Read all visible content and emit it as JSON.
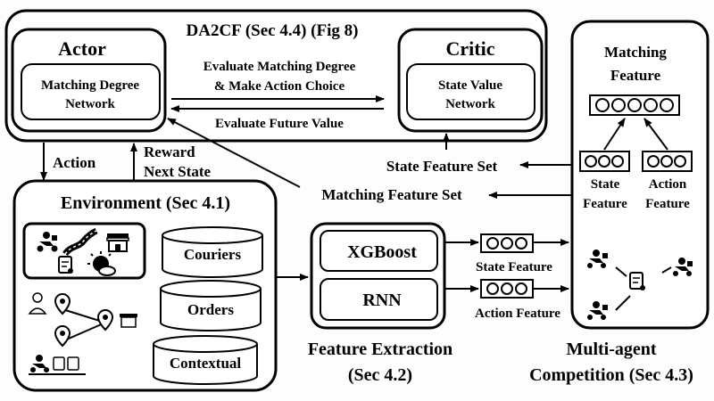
{
  "da2cf": {
    "title": "DA2CF (Sec 4.4) (Fig 8)",
    "actor": {
      "title": "Actor",
      "inner_line1": "Matching Degree",
      "inner_line2": "Network"
    },
    "critic": {
      "title": "Critic",
      "inner_line1": "State Value",
      "inner_line2": "Network"
    },
    "eval_matching_line1": "Evaluate Matching Degree",
    "eval_matching_line2": "& Make Action Choice",
    "eval_future": "Evaluate Future Value"
  },
  "arrows": {
    "action": "Action",
    "reward_line1": "Reward",
    "reward_line2": "Next State",
    "state_feature_set": "State Feature Set",
    "matching_feature_set": "Matching Feature Set"
  },
  "environment": {
    "title": "Environment (Sec 4.1)",
    "databases": [
      "Couriers",
      "Orders",
      "Contextual"
    ]
  },
  "feature_extraction": {
    "models": [
      "XGBoost",
      "RNN"
    ],
    "state_feature": "State Feature",
    "action_feature": "Action Feature",
    "caption_line1": "Feature Extraction",
    "caption_line2": "(Sec 4.2)"
  },
  "matching": {
    "title_line1": "Matching",
    "title_line2": "Feature",
    "state_line1": "State",
    "state_line2": "Feature",
    "action_line1": "Action",
    "action_line2": "Feature"
  },
  "competition": {
    "caption_line1": "Multi-agent",
    "caption_line2": "Competition (Sec 4.3)"
  },
  "icons": [
    "scooter-courier-icon",
    "road-icon",
    "store-icon",
    "order-icon",
    "weather-icon",
    "map-pin-icon",
    "person-icon"
  ]
}
